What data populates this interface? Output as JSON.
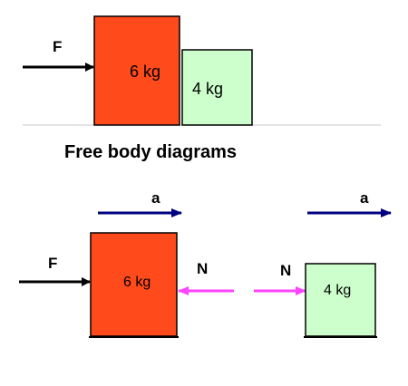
{
  "top": {
    "force_label": "F",
    "block_large_label": "6 kg",
    "block_small_label": "4 kg"
  },
  "section_title": "Free body diagrams",
  "fbd": {
    "accel_label_left": "a",
    "accel_label_right": "a",
    "force_label": "F",
    "block_large_label": "6 kg",
    "block_small_label": "4 kg",
    "normal_label_left": "N",
    "normal_label_right": "N"
  },
  "colors": {
    "large_block_fill": "#ff4a1c",
    "small_block_fill": "#ccffcc",
    "acceleration_arrow": "#000080",
    "normal_force_arrow": "#ff44ff",
    "applied_force_arrow": "#000000",
    "ground_line": "#c8c8c8"
  }
}
